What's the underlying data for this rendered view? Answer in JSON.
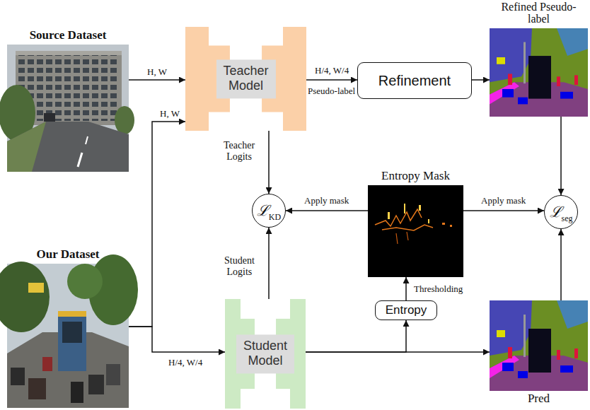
{
  "diagram": {
    "nodes": [
      {
        "text": [
          "Source Dataset"
        ]
      },
      {
        "text": [
          "Teacher Model"
        ]
      },
      {
        "text": [
          "Refinement"
        ]
      },
      {
        "text": [
          "Refined Pseudo-label"
        ]
      },
      {
        "text": [
          "ℒ",
          "KD"
        ]
      },
      {
        "text": [
          "Entropy Mask"
        ]
      },
      {
        "text": [
          "ℒ",
          "seg"
        ]
      },
      {
        "text": [
          "Entropy"
        ]
      },
      {
        "text": [
          "Our Dataset"
        ]
      },
      {
        "text": [
          "Student Model"
        ]
      },
      {
        "text": [
          "Pred"
        ]
      }
    ],
    "edges": [
      {
        "from": 0,
        "to": 1,
        "arrow": "to",
        "label": "H, W"
      },
      {
        "from": 1,
        "to": 2,
        "arrow": "to",
        "label": "Pseudo-label"
      },
      {
        "from": 2,
        "to": 3,
        "arrow": "to"
      },
      {
        "from": 8,
        "to": 1,
        "arrow": "to",
        "label": "H, W"
      },
      {
        "from": 8,
        "to": 9,
        "arrow": "to",
        "label": "H/4, W/4"
      },
      {
        "from": 1,
        "to": 4,
        "arrow": "to",
        "label": "Teacher Logits"
      },
      {
        "from": 9,
        "to": 4,
        "arrow": "to",
        "label": "Student Logits"
      },
      {
        "from": 5,
        "to": 4,
        "arrow": "to",
        "label": "Apply mask"
      },
      {
        "from": 5,
        "to": 6,
        "arrow": "to",
        "label": "Apply mask"
      },
      {
        "from": 3,
        "to": 6,
        "arrow": "to"
      },
      {
        "from": 10,
        "to": 6,
        "arrow": "to"
      },
      {
        "from": 9,
        "to": 7,
        "arrow": "to"
      },
      {
        "from": 9,
        "to": 10,
        "arrow": "to"
      },
      {
        "from": 7,
        "to": 5,
        "arrow": "to",
        "label": "Thresholding"
      }
    ],
    "labels": [
      "H/4, W/4"
    ]
  }
}
